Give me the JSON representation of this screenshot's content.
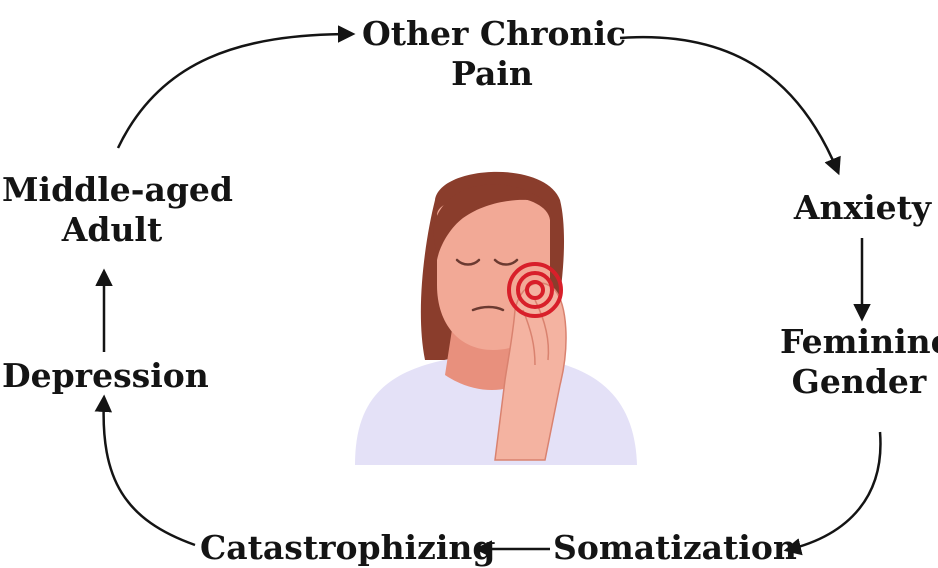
{
  "nodes": {
    "other_chronic_pain": [
      "Other Chronic",
      "Pain"
    ],
    "anxiety": [
      "Anxiety"
    ],
    "feminine_gender": [
      "Feminine",
      "Gender"
    ],
    "somatization": [
      "Somatization"
    ],
    "catastrophizing": [
      "Catastrophizing"
    ],
    "depression": [
      "Depression"
    ],
    "middle_aged_adult": [
      "Middle-aged",
      "Adult"
    ]
  },
  "icons": {
    "center_figure": "woman-with-jaw-pain-icon"
  },
  "colors": {
    "text": "#141414",
    "arrow": "#141414",
    "hair": "#8a3d2c",
    "skin": "#f2a996",
    "shirt": "#e4e1f7",
    "pain_rings": "#d81f2a"
  }
}
